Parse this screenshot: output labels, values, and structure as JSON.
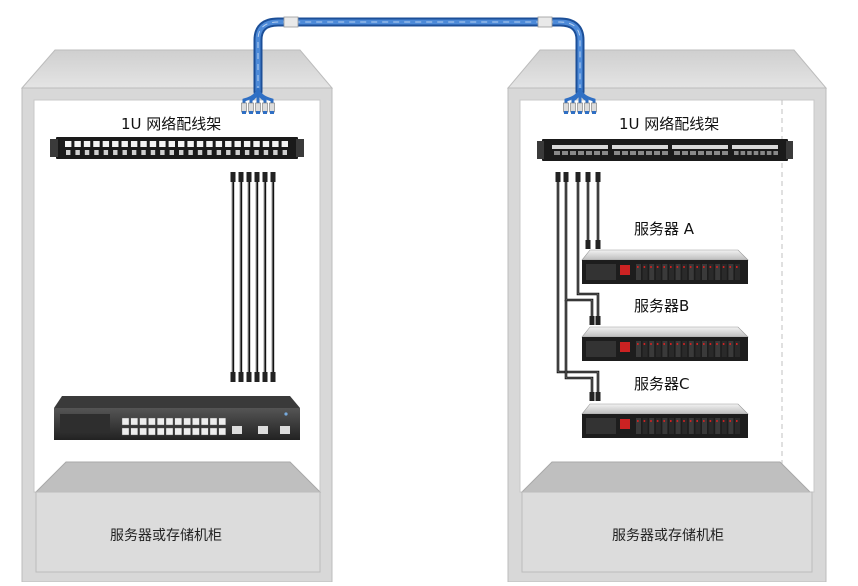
{
  "left_cabinet": {
    "patch_panel_label": "1U 网络配线架",
    "cabinet_label": "服务器或存储机柜"
  },
  "right_cabinet": {
    "patch_panel_label": "1U 网络配线架",
    "cabinet_label": "服务器或存储机柜",
    "servers": [
      {
        "label": "服务器 A"
      },
      {
        "label": "服务器B"
      },
      {
        "label": "服务器C"
      }
    ]
  },
  "colors": {
    "trunk_cable": "#2f6fc4",
    "patch_cable": "#111111",
    "cabinet_frame": "#d4d4d4",
    "cabinet_interior": "#ffffff",
    "base_box": "#dedede",
    "server_led": "#cc2222"
  },
  "icons": [
    "patch-panel-icon",
    "network-switch-icon",
    "server-icon",
    "cable-connector-icon"
  ]
}
